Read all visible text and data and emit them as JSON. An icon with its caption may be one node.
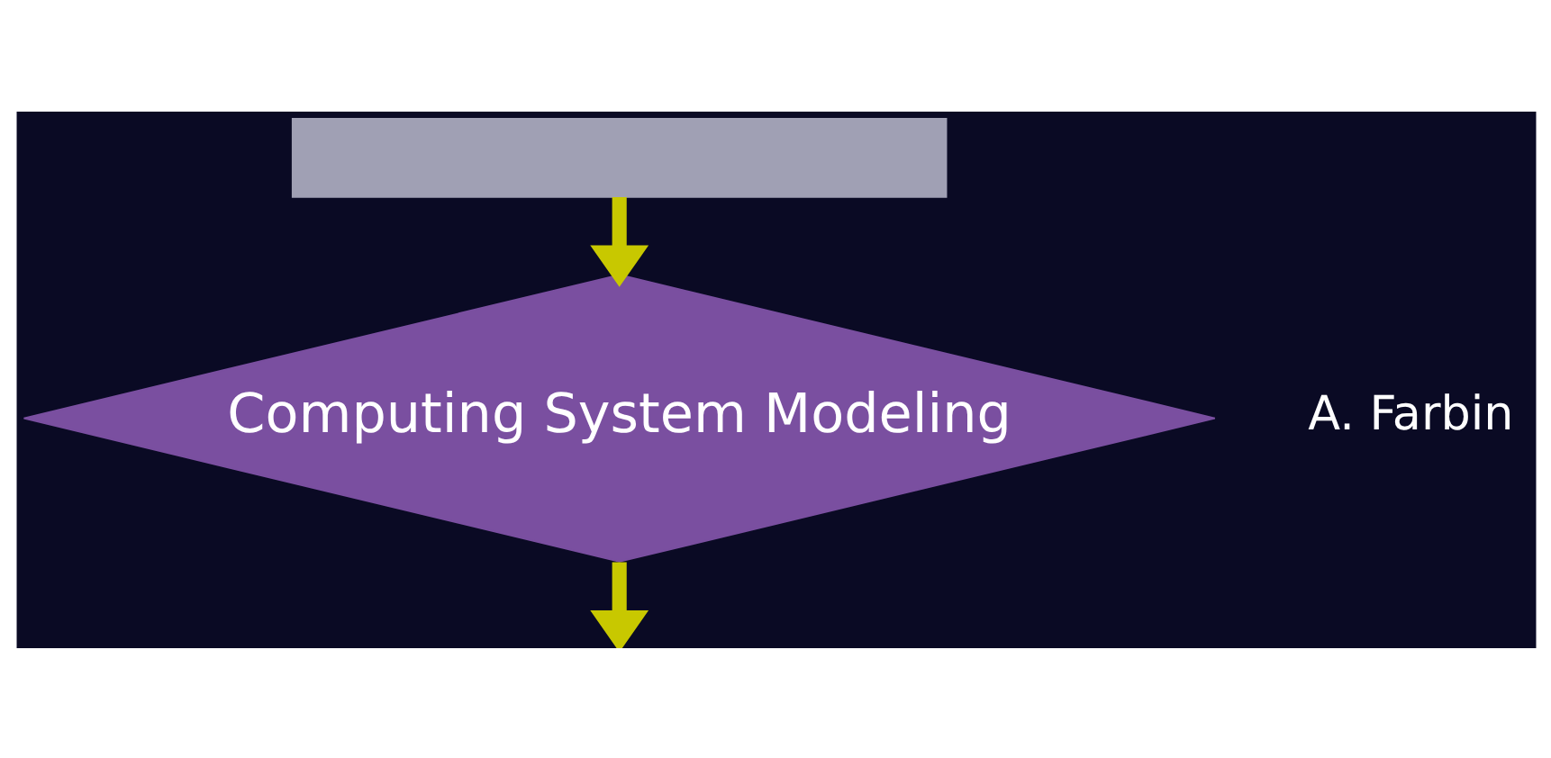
{
  "diagram": {
    "nodes": [
      {
        "text": [],
        "shape": "box"
      },
      {
        "text": [
          "Computing System Modeling"
        ]
      }
    ],
    "edges": [
      {
        "from": 0,
        "to": 1,
        "arrow": "to"
      },
      {
        "from": 1,
        "to": null,
        "arrow": "to"
      }
    ],
    "labels": [
      "A. Farbin"
    ]
  }
}
